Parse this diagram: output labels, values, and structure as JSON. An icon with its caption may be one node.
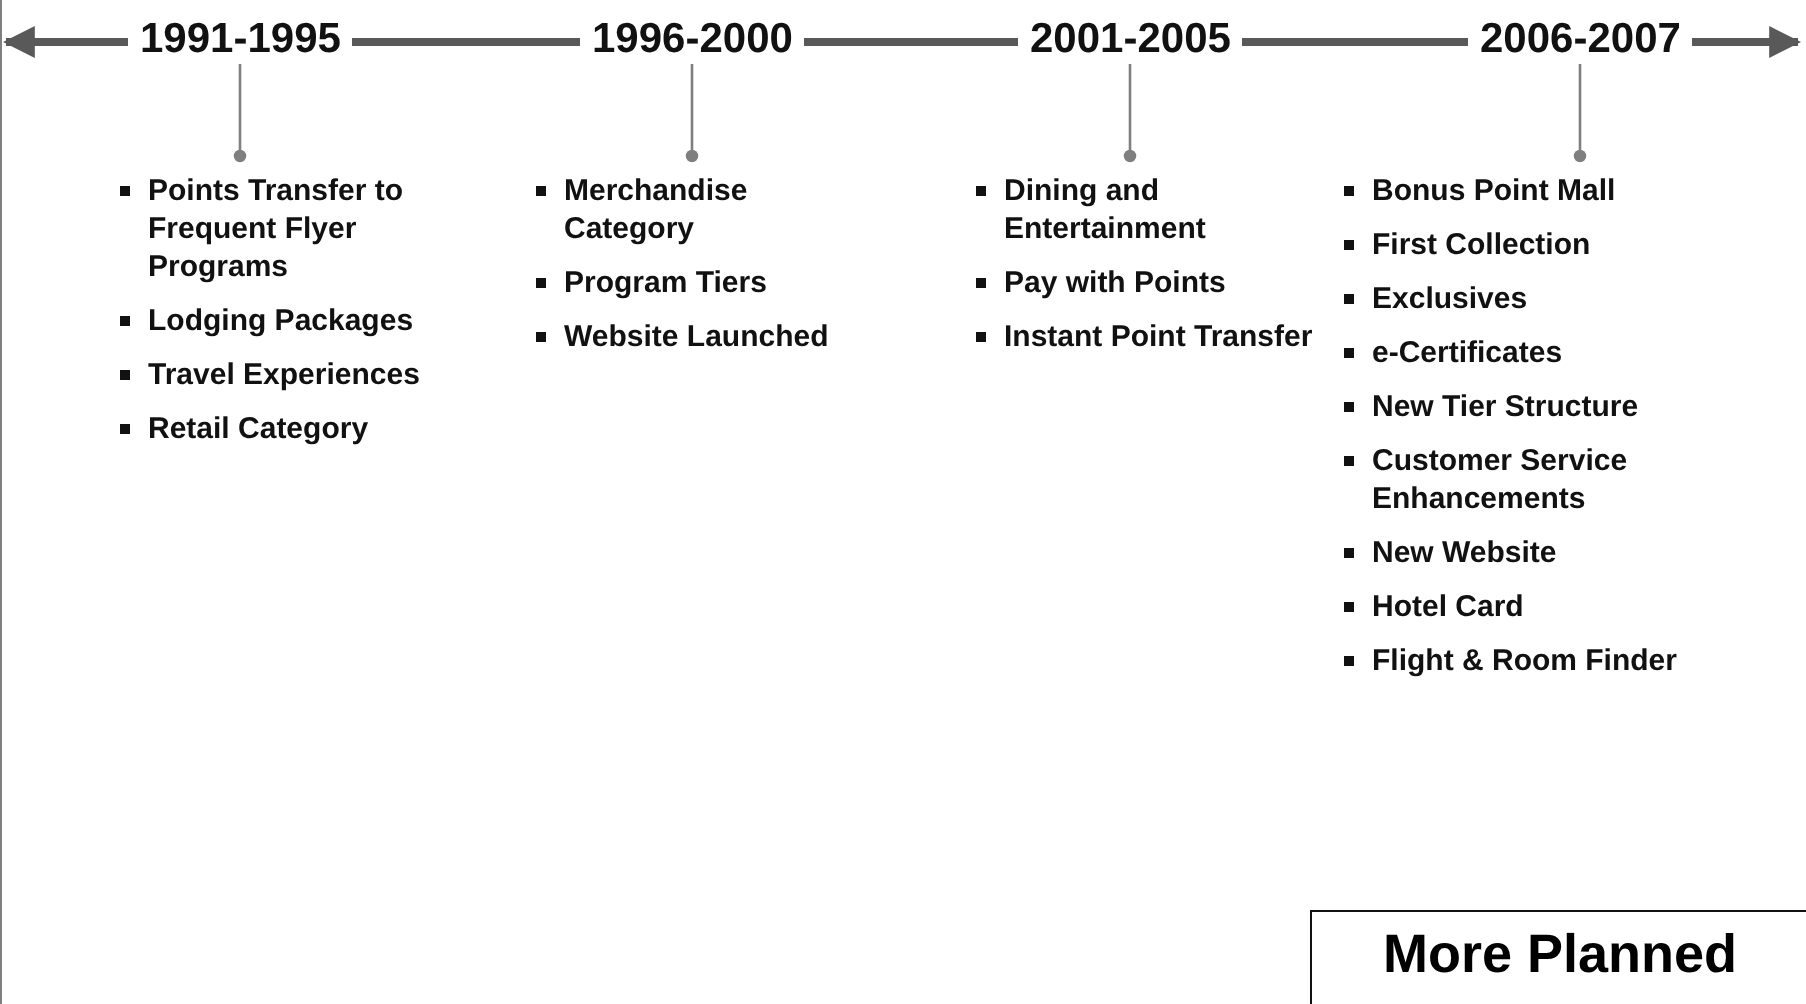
{
  "diagram": {
    "nodes": [
      {
        "text": [
          "1991-1995"
        ]
      },
      {
        "text": [
          "1996-2000"
        ]
      },
      {
        "text": [
          "2001-2005"
        ]
      },
      {
        "text": [
          "2006-2007"
        ]
      },
      {
        "text": [
          "Points Transfer to Frequent Flyer Programs",
          "Lodging Packages",
          "Travel Experiences",
          "Retail Category"
        ]
      },
      {
        "text": [
          "Merchandise Category",
          "Program Tiers",
          "Website Launched"
        ]
      },
      {
        "text": [
          "Dining and Entertainment",
          "Pay with Points",
          "Instant Point Transfer"
        ]
      },
      {
        "text": [
          "Bonus Point Mall",
          "First Collection",
          "Exclusives",
          "e-Certificates",
          "New Tier Structure",
          "Customer Service Enhancements",
          "New Website",
          "Hotel Card",
          "Flight & Room Finder"
        ]
      },
      {
        "text": [
          "More Planned"
        ]
      }
    ],
    "edges": [
      {
        "from": 0,
        "to": null,
        "arrow": "to"
      },
      {
        "from": 0,
        "to": 1,
        "arrow": "none"
      },
      {
        "from": 1,
        "to": 2,
        "arrow": "none"
      },
      {
        "from": 2,
        "to": 3,
        "arrow": "none"
      },
      {
        "from": 3,
        "to": null,
        "arrow": "to"
      },
      {
        "from": 0,
        "to": 4,
        "arrow": "other"
      },
      {
        "from": 1,
        "to": 5,
        "arrow": "other"
      },
      {
        "from": 2,
        "to": 6,
        "arrow": "other"
      },
      {
        "from": 3,
        "to": 7,
        "arrow": "other"
      }
    ]
  }
}
